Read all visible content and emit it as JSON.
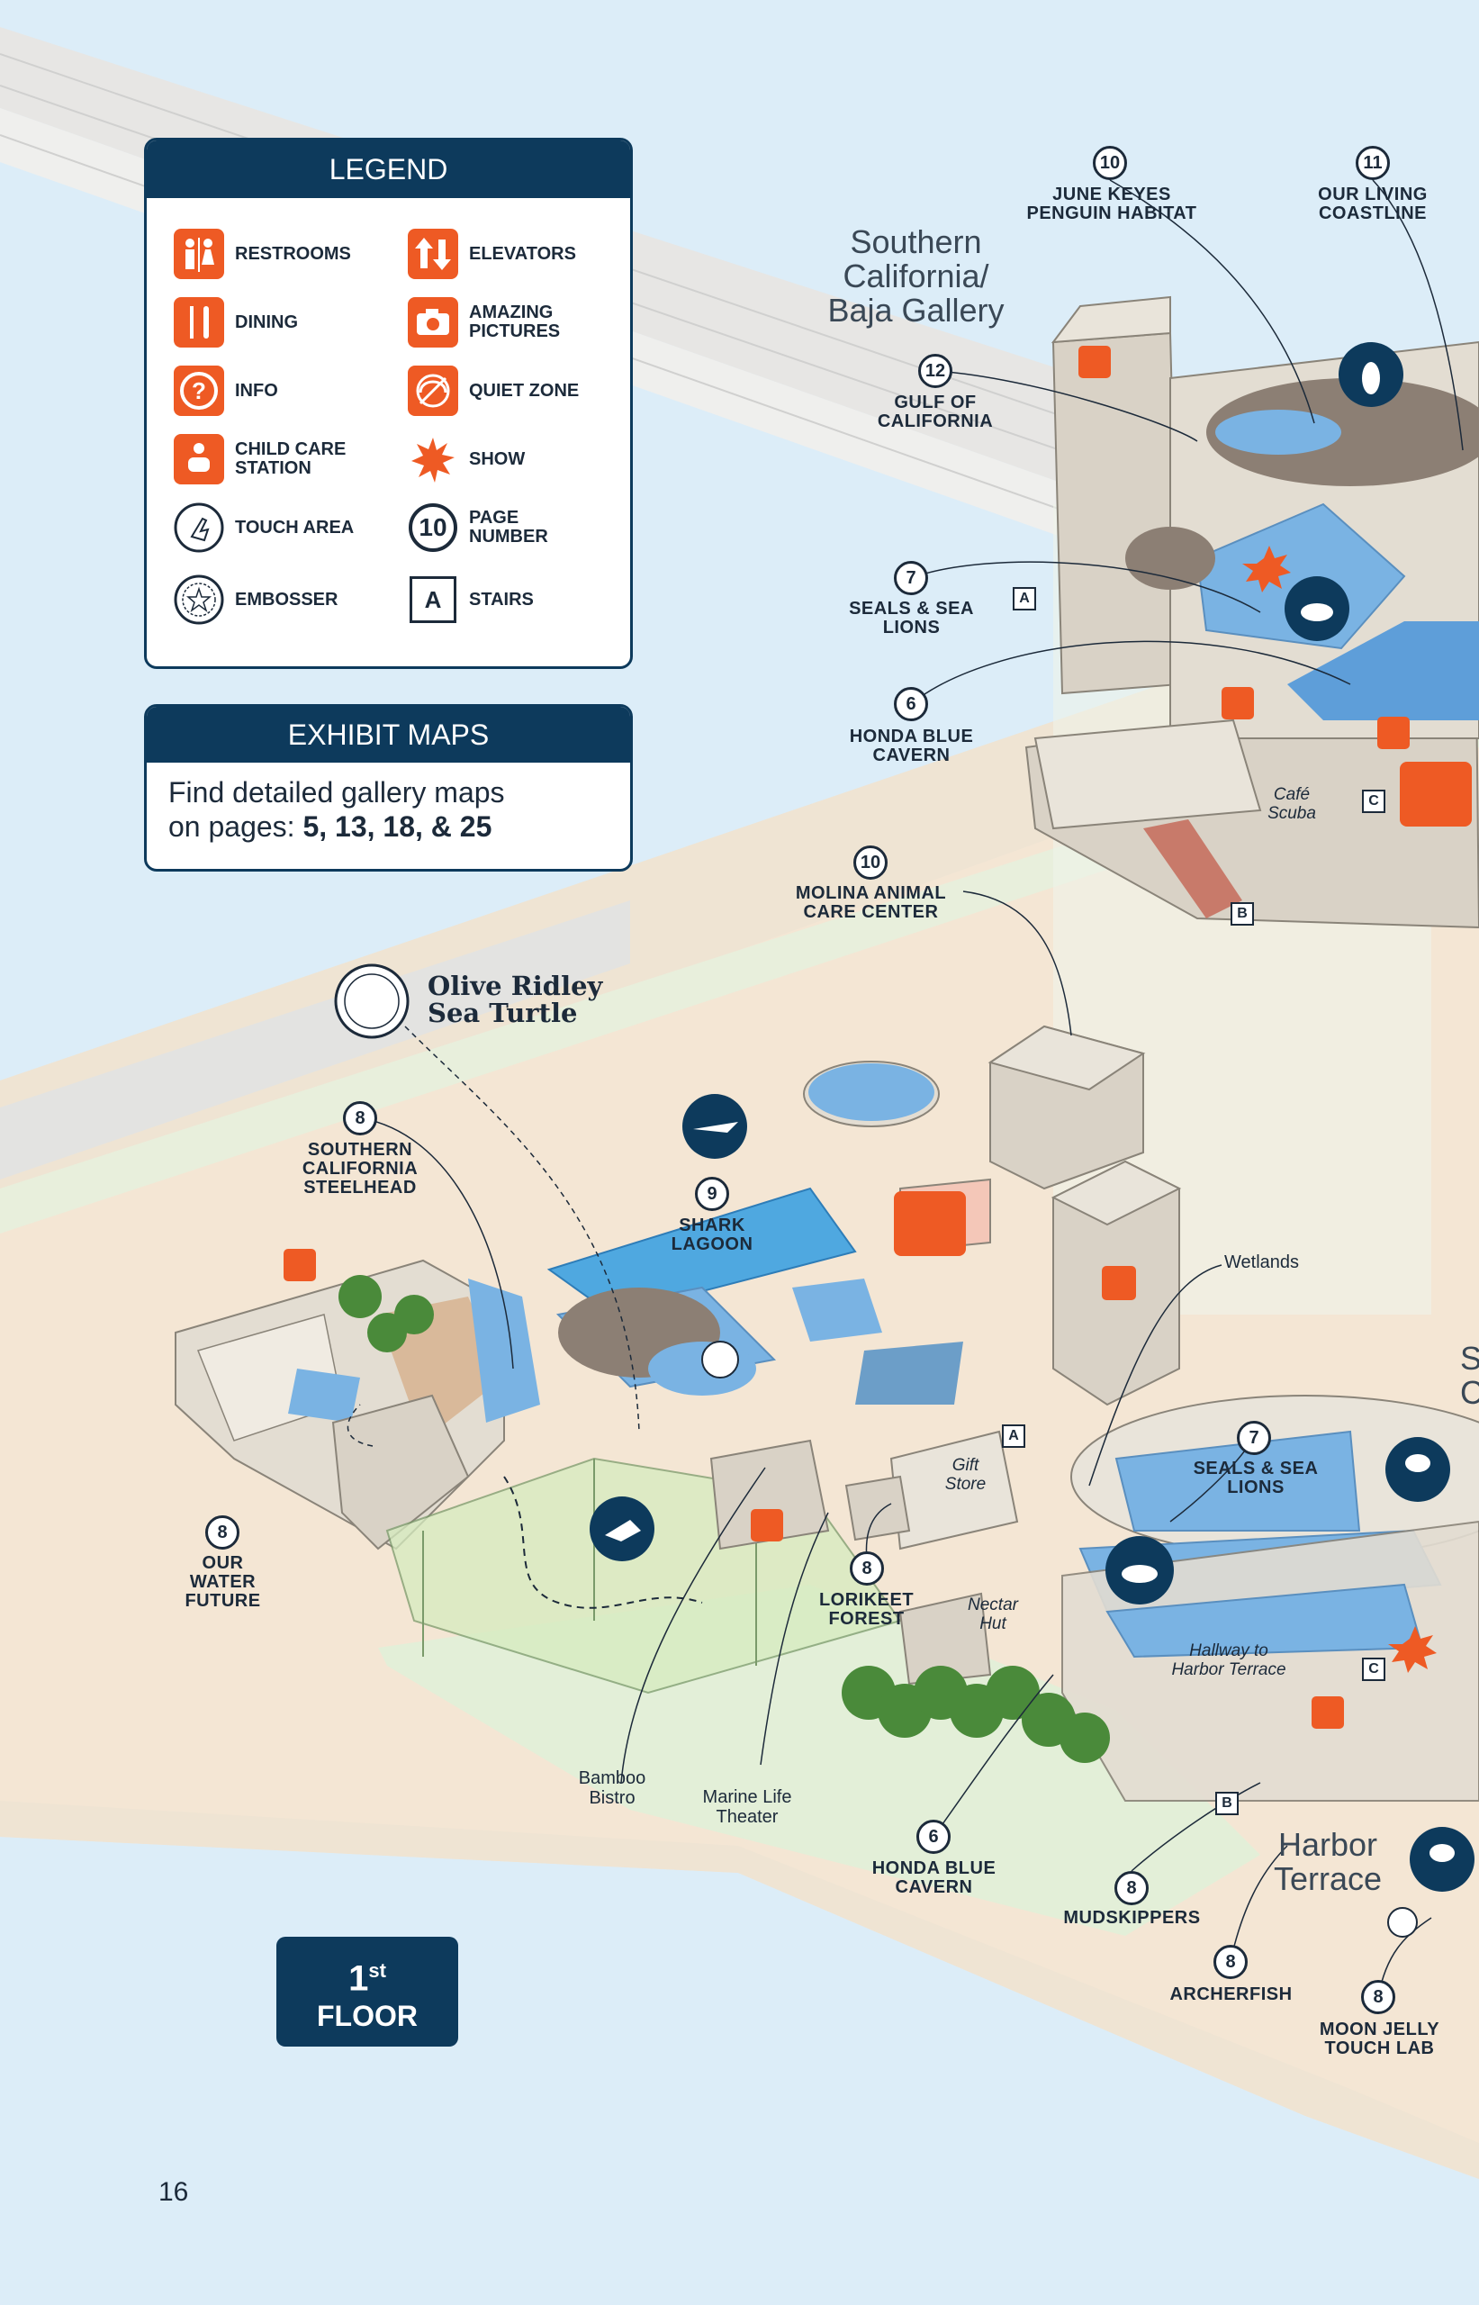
{
  "legend": {
    "title": "LEGEND",
    "items": [
      {
        "label": "RESTROOMS",
        "icon": "restroom-icon"
      },
      {
        "label": "ELEVATORS",
        "icon": "elevator-icon"
      },
      {
        "label": "DINING",
        "icon": "dining-icon"
      },
      {
        "label": "AMAZING PICTURES",
        "icon": "camera-icon"
      },
      {
        "label": "INFO",
        "icon": "info-icon"
      },
      {
        "label": "QUIET ZONE",
        "icon": "quiet-zone-icon"
      },
      {
        "label": "CHILD CARE STATION",
        "icon": "child-care-icon"
      },
      {
        "label": "SHOW",
        "icon": "show-burst-icon"
      },
      {
        "label": "TOUCH AREA",
        "icon": "touch-hand-icon"
      },
      {
        "label": "PAGE NUMBER",
        "icon": "page-number-icon",
        "sample": "10"
      },
      {
        "label": "EMBOSSER",
        "icon": "embosser-icon"
      },
      {
        "label": "STAIRS",
        "icon": "stairs-icon",
        "sample": "A"
      }
    ]
  },
  "exhibit_maps": {
    "title": "EXHIBIT MAPS",
    "line1": "Find detailed gallery maps",
    "line2_prefix": "on pages: ",
    "line2_pages": "5, 13, 18, & 25"
  },
  "gallery_title": "Southern California/ Baja Gallery",
  "gallery_title_partial": "S C",
  "embosser_feature": "Olive Ridley Sea Turtle",
  "exhibits": [
    {
      "id": "june-keyes",
      "page": "10",
      "name": "JUNE KEYES PENGUIN HABITAT"
    },
    {
      "id": "our-living-coastline",
      "page": "11",
      "name": "OUR LIVING COASTLINE"
    },
    {
      "id": "gulf-of-california",
      "page": "12",
      "name": "GULF OF CALIFORNIA"
    },
    {
      "id": "seals-sea-lions-upper",
      "page": "7",
      "name": "SEALS & SEA LIONS"
    },
    {
      "id": "honda-blue-cavern-upper",
      "page": "6",
      "name": "HONDA BLUE CAVERN"
    },
    {
      "id": "molina-animal-care",
      "page": "10",
      "name": "MOLINA ANIMAL CARE CENTER"
    },
    {
      "id": "southern-california-steelhead",
      "page": "8",
      "name": "SOUTHERN CALIFORNIA STEELHEAD"
    },
    {
      "id": "shark-lagoon",
      "page": "9",
      "name": "SHARK LAGOON"
    },
    {
      "id": "our-water-future",
      "page": "8",
      "name": "OUR WATER FUTURE"
    },
    {
      "id": "seals-sea-lions-lower",
      "page": "7",
      "name": "SEALS & SEA LIONS"
    },
    {
      "id": "lorikeet-forest",
      "page": "8",
      "name": "LORIKEET FOREST"
    },
    {
      "id": "honda-blue-cavern-lower",
      "page": "6",
      "name": "HONDA BLUE CAVERN"
    },
    {
      "id": "mudskippers",
      "page": "8",
      "name": "MUDSKIPPERS"
    },
    {
      "id": "archerfish",
      "page": "8",
      "name": "ARCHERFISH"
    },
    {
      "id": "moon-jelly-touch-lab",
      "page": "8",
      "name": "MOON JELLY TOUCH LAB"
    }
  ],
  "places": {
    "cafe_scuba": "Café Scuba",
    "wetlands": "Wetlands",
    "gift_store": "Gift Store",
    "nectar_hut": "Nectar Hut",
    "hallway": "Hallway to Harbor Terrace",
    "bamboo_bistro": "Bamboo Bistro",
    "marine_life_theater": "Marine Life Theater",
    "harbor_terrace": "Harbor Terrace"
  },
  "stairs": [
    "A",
    "C",
    "B",
    "A",
    "C",
    "B"
  ],
  "floor": {
    "number": "1",
    "suffix": "st",
    "label": "FLOOR"
  },
  "page_number": "16",
  "colors": {
    "navy": "#0d3a5c",
    "orange": "#ee5a24",
    "water": "#dcedf8",
    "sand": "#f4e6d4",
    "building": "#d9d2c6",
    "pool": "#7ab3e3"
  }
}
